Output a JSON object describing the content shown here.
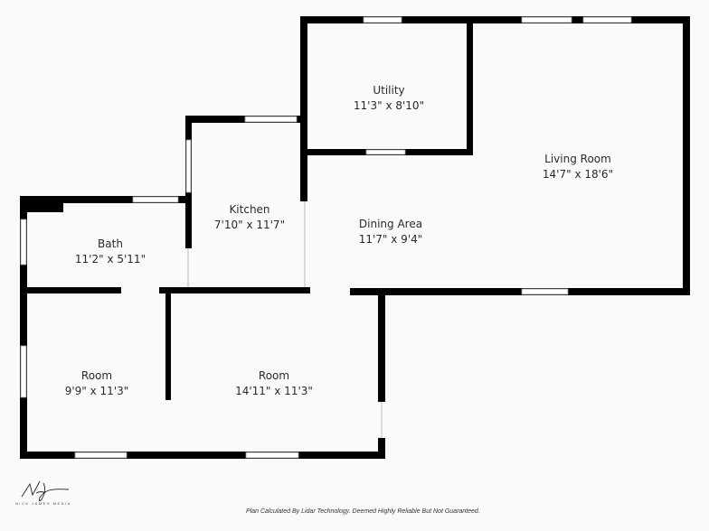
{
  "rooms": [
    {
      "name": "Utility",
      "dims": "11'3\" x 8'10\""
    },
    {
      "name": "Living Room",
      "dims": "14'7\" x 18'6\""
    },
    {
      "name": "Kitchen",
      "dims": "7'10\" x 11'7\""
    },
    {
      "name": "Dining Area",
      "dims": "11'7\" x 9'4\""
    },
    {
      "name": "Bath",
      "dims": "11'2\" x 5'11\""
    },
    {
      "name": "Room",
      "dims": "9'9\" x 11'3\""
    },
    {
      "name": "Room",
      "dims": "14'11\" x 11'3\""
    }
  ],
  "footer": "Plan Calculated By Lidar Technology. Deemed Highly Reliable But Not Guaranteed.",
  "logo": {
    "text": "NICK JAMES MEDIA"
  },
  "colors": {
    "wall": "#000000",
    "background": "#fafafa",
    "window": "#ffffff"
  }
}
